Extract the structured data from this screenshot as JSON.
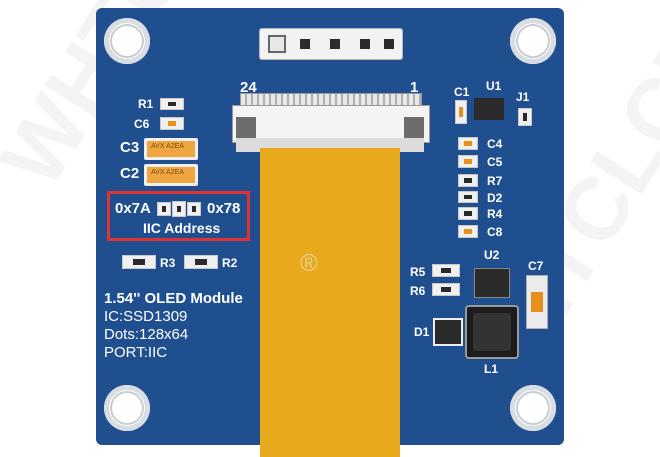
{
  "watermark": {
    "left": "WHTCLCD",
    "right": "WHTCLCD",
    "registered": "®"
  },
  "connector": {
    "pin_left": "24",
    "pin_right": "1"
  },
  "labels": {
    "R1": "R1",
    "C6": "C6",
    "C3": "C3",
    "C2": "C2",
    "R3": "R3",
    "R2": "R2",
    "C1": "C1",
    "U1": "U1",
    "J1": "J1",
    "C4": "C4",
    "C5": "C5",
    "R7": "R7",
    "D2": "D2",
    "R4": "R4",
    "C8": "C8",
    "U2": "U2",
    "R5": "R5",
    "R6": "R6",
    "C7": "C7",
    "D1": "D1",
    "L1": "L1"
  },
  "iic": {
    "addr_a": "0x7A",
    "addr_b": "0x78",
    "caption": "IIC Address"
  },
  "module": {
    "title": "1.54'' OLED Module",
    "ic": "IC:SSD1309",
    "dots": "Dots:128x64",
    "port": "PORT:IIC"
  },
  "cap_marking": "AVX A2EA"
}
